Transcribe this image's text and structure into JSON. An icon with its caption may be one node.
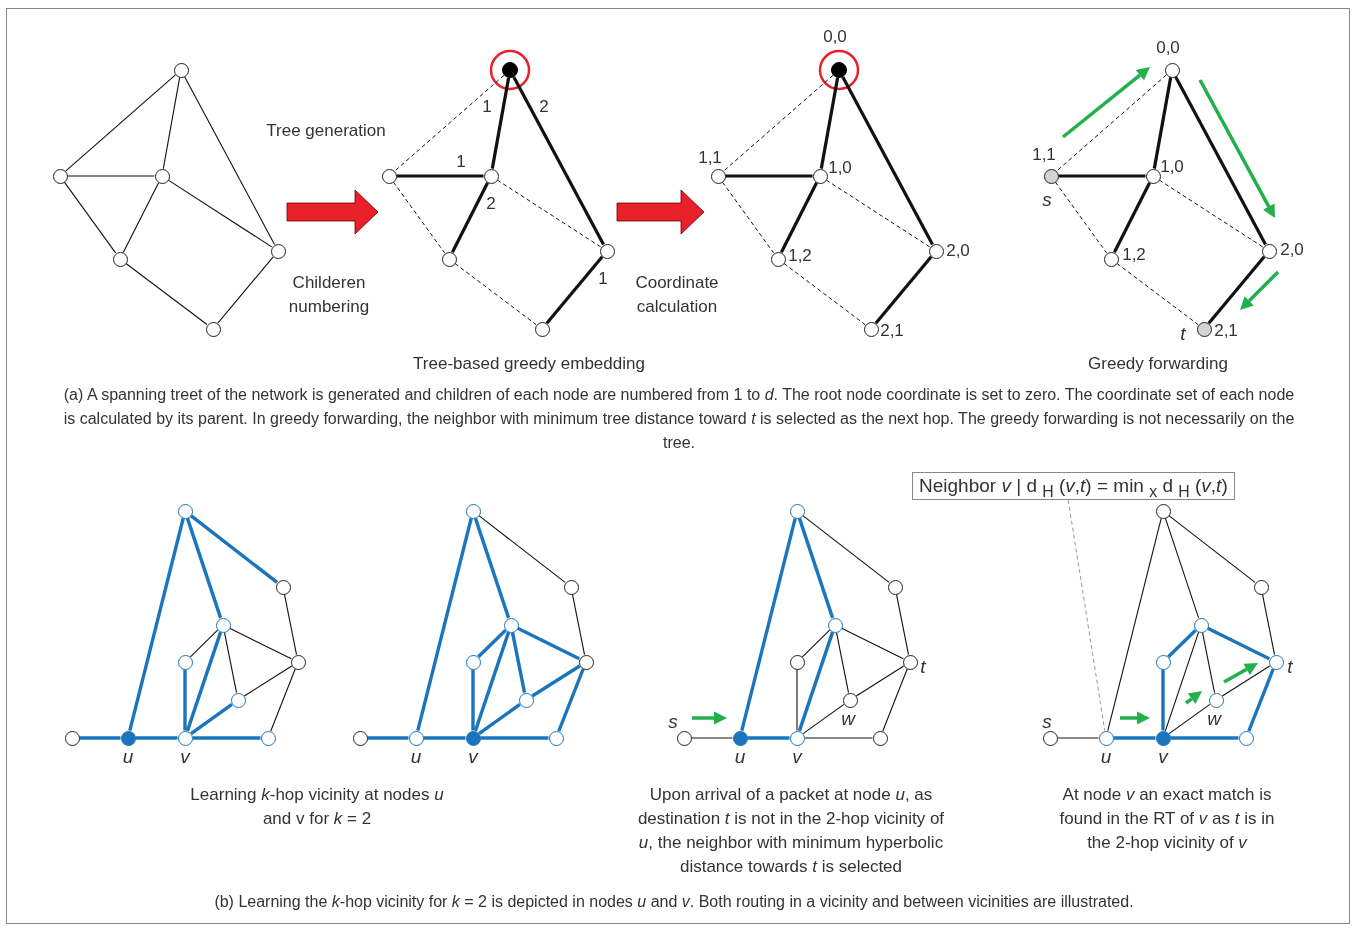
{
  "diagram": {
    "nodes": [
      {
        "text": [],
        "shape": "picture"
      },
      {
        "text": [],
        "shape": "circle",
        "in": 0
      },
      {
        "text": [],
        "shape": "circle",
        "in": 0
      },
      {
        "text": [],
        "shape": "circle",
        "in": 0
      },
      {
        "text": [],
        "shape": "circle",
        "in": 0
      },
      {
        "text": [],
        "shape": "circle",
        "in": 0
      },
      {
        "text": [],
        "shape": "circle",
        "in": 0
      },
      {
        "text": [],
        "shape": "picture"
      },
      {
        "text": [],
        "shape": "circle",
        "in": 7
      },
      {
        "text": [],
        "shape": "circle",
        "in": 7
      },
      {
        "text": [],
        "shape": "circle",
        "in": 7
      },
      {
        "text": [],
        "shape": "circle",
        "in": 7
      },
      {
        "text": [],
        "shape": "circle",
        "in": 7
      },
      {
        "text": [],
        "shape": "circle",
        "in": 7
      },
      {
        "text": [],
        "shape": "picture"
      },
      {
        "text": [],
        "shape": "circle",
        "in": 14,
        "beside": [
          "0,0"
        ]
      },
      {
        "text": [],
        "shape": "circle",
        "in": 14,
        "beside": [
          "1,1"
        ]
      },
      {
        "text": [],
        "shape": "circle",
        "in": 14,
        "beside": [
          "1,0"
        ]
      },
      {
        "text": [],
        "shape": "circle",
        "in": 14,
        "beside": [
          "1,2"
        ]
      },
      {
        "text": [],
        "shape": "circle",
        "in": 14,
        "beside": [
          "2,0"
        ]
      },
      {
        "text": [],
        "shape": "circle",
        "in": 14,
        "beside": [
          "2,1"
        ]
      },
      {
        "text": [],
        "shape": "circle",
        "beside": [
          "0,0"
        ]
      },
      {
        "text": [],
        "shape": "circle",
        "beside": [
          "1,1",
          "s"
        ]
      },
      {
        "text": [],
        "shape": "circle",
        "beside": [
          "1,0"
        ]
      },
      {
        "text": [],
        "shape": "circle",
        "beside": [
          "1,2"
        ]
      },
      {
        "text": [],
        "shape": "circle",
        "beside": [
          "2,0"
        ]
      },
      {
        "text": [],
        "shape": "circle",
        "beside": [
          "t",
          "2,1"
        ]
      },
      {
        "text": [
          "Neighbor *v* | d $_{H}$ (*v*,*t*) = min $_{x}$ d $_{H}$ (*v*,*t*)"
        ]
      },
      {
        "text": [],
        "shape": "circle"
      },
      {
        "text": [],
        "shape": "circle"
      },
      {
        "text": [],
        "shape": "circle"
      },
      {
        "text": [],
        "shape": "circle"
      },
      {
        "text": [],
        "shape": "circle"
      },
      {
        "text": [],
        "shape": "circle"
      },
      {
        "text": [],
        "shape": "circle"
      },
      {
        "text": [],
        "shape": "circle",
        "beside": [
          "u"
        ]
      },
      {
        "text": [],
        "shape": "circle",
        "beside": [
          "v"
        ]
      },
      {
        "text": [],
        "shape": "circle"
      },
      {
        "text": [],
        "shape": "circle"
      },
      {
        "text": [],
        "shape": "circle"
      },
      {
        "text": [],
        "shape": "circle"
      },
      {
        "text": [],
        "shape": "circle"
      },
      {
        "text": [],
        "shape": "circle"
      },
      {
        "text": [],
        "shape": "circle"
      },
      {
        "text": [],
        "shape": "circle"
      },
      {
        "text": [],
        "shape": "circle",
        "beside": [
          "u"
        ]
      },
      {
        "text": [],
        "shape": "circle",
        "beside": [
          "v"
        ]
      },
      {
        "text": [],
        "shape": "circle"
      },
      {
        "text": [],
        "shape": "circle"
      },
      {
        "text": [],
        "shape": "circle"
      },
      {
        "text": [],
        "shape": "circle"
      },
      {
        "text": [],
        "shape": "circle"
      },
      {
        "text": [],
        "shape": "circle",
        "beside": [
          "t"
        ]
      },
      {
        "text": [],
        "shape": "circle",
        "beside": [
          "w"
        ]
      },
      {
        "text": [],
        "shape": "circle",
        "beside": [
          "s"
        ]
      },
      {
        "text": [],
        "shape": "circle",
        "beside": [
          "u"
        ]
      },
      {
        "text": [],
        "shape": "circle",
        "beside": [
          "v"
        ]
      },
      {
        "text": [],
        "shape": "circle"
      },
      {
        "text": [],
        "shape": "circle"
      },
      {
        "text": [],
        "shape": "circle"
      },
      {
        "text": [],
        "shape": "circle"
      },
      {
        "text": [],
        "shape": "circle"
      },
      {
        "text": [],
        "shape": "circle",
        "beside": [
          "t"
        ]
      },
      {
        "text": [],
        "shape": "circle",
        "beside": [
          "w"
        ]
      },
      {
        "text": [],
        "shape": "circle",
        "beside": [
          "s"
        ]
      },
      {
        "text": [],
        "shape": "circle",
        "beside": [
          "u"
        ]
      },
      {
        "text": [],
        "shape": "circle",
        "beside": [
          "v"
        ]
      },
      {
        "text": [],
        "shape": "circle"
      }
    ],
    "edges": [
      {
        "from": 1,
        "to": 2,
        "arrow": "none"
      },
      {
        "from": 1,
        "to": 3,
        "arrow": "none"
      },
      {
        "from": 1,
        "to": 5,
        "arrow": "none"
      },
      {
        "from": 3,
        "to": 2,
        "arrow": "none"
      },
      {
        "from": 3,
        "to": 4,
        "arrow": "none"
      },
      {
        "from": 3,
        "to": 5,
        "arrow": "none"
      },
      {
        "from": 2,
        "to": 4,
        "arrow": "none"
      },
      {
        "from": 5,
        "to": 6,
        "arrow": "none"
      },
      {
        "from": 4,
        "to": 6,
        "arrow": "none"
      },
      {
        "from": 8,
        "to": 9,
        "arrow": "none",
        "style": "dashed"
      },
      {
        "from": 8,
        "to": 10,
        "arrow": "none",
        "style": "thick",
        "label": "1"
      },
      {
        "from": 8,
        "to": 12,
        "arrow": "none",
        "style": "thick",
        "label": "2"
      },
      {
        "from": 10,
        "to": 9,
        "arrow": "none",
        "style": "thick",
        "label": "1"
      },
      {
        "from": 10,
        "to": 11,
        "arrow": "none",
        "style": "thick",
        "label": "2"
      },
      {
        "from": 10,
        "to": 12,
        "arrow": "none",
        "style": "dashed"
      },
      {
        "from": 9,
        "to": 11,
        "arrow": "none",
        "style": "dashed"
      },
      {
        "from": 12,
        "to": 13,
        "arrow": "none",
        "style": "thick",
        "label": "1"
      },
      {
        "from": 11,
        "to": 13,
        "arrow": "none",
        "style": "dashed"
      },
      {
        "from": 15,
        "to": 16,
        "arrow": "none",
        "style": "dashed"
      },
      {
        "from": 15,
        "to": 17,
        "arrow": "none",
        "style": "thick"
      },
      {
        "from": 15,
        "to": 19,
        "arrow": "none",
        "style": "thick"
      },
      {
        "from": 17,
        "to": 16,
        "arrow": "none",
        "style": "thick"
      },
      {
        "from": 17,
        "to": 18,
        "arrow": "none",
        "style": "thick"
      },
      {
        "from": 17,
        "to": 19,
        "arrow": "none",
        "style": "dashed"
      },
      {
        "from": 16,
        "to": 18,
        "arrow": "none",
        "style": "dashed"
      },
      {
        "from": 19,
        "to": 20,
        "arrow": "none",
        "style": "thick"
      },
      {
        "from": 18,
        "to": 20,
        "arrow": "none",
        "style": "dashed"
      },
      {
        "from": 21,
        "to": 22,
        "arrow": "none",
        "style": "dashed"
      },
      {
        "from": 21,
        "to": 23,
        "arrow": "none",
        "style": "thick"
      },
      {
        "from": 21,
        "to": 25,
        "arrow": "none",
        "style": "thick"
      },
      {
        "from": 23,
        "to": 22,
        "arrow": "none",
        "style": "thick"
      },
      {
        "from": 23,
        "to": 24,
        "arrow": "none",
        "style": "thick"
      },
      {
        "from": 23,
        "to": 25,
        "arrow": "none",
        "style": "dashed"
      },
      {
        "from": 22,
        "to": 24,
        "arrow": "none",
        "style": "dashed"
      },
      {
        "from": 25,
        "to": 26,
        "arrow": "none",
        "style": "thick"
      },
      {
        "from": 24,
        "to": 26,
        "arrow": "none",
        "style": "dashed"
      },
      {
        "from": 28,
        "to": 35,
        "arrow": "none",
        "style": "thick",
        "color": "#1b75bc"
      },
      {
        "from": 28,
        "to": 30,
        "arrow": "none",
        "style": "thick",
        "color": "#1b75bc"
      },
      {
        "from": 28,
        "to": 29,
        "arrow": "none",
        "style": "thick",
        "color": "#1b75bc"
      },
      {
        "from": 29,
        "to": 32,
        "arrow": "none"
      },
      {
        "from": 30,
        "to": 31,
        "arrow": "none"
      },
      {
        "from": 30,
        "to": 36,
        "arrow": "none",
        "style": "thick",
        "color": "#1b75bc"
      },
      {
        "from": 30,
        "to": 33,
        "arrow": "none"
      },
      {
        "from": 30,
        "to": 32,
        "arrow": "none"
      },
      {
        "from": 31,
        "to": 36,
        "arrow": "none",
        "style": "thick",
        "color": "#1b75bc"
      },
      {
        "from": 33,
        "to": 36,
        "arrow": "none",
        "style": "thick",
        "color": "#1b75bc"
      },
      {
        "from": 33,
        "to": 32,
        "arrow": "none"
      },
      {
        "from": 32,
        "to": 37,
        "arrow": "none"
      },
      {
        "from": 34,
        "to": 35,
        "arrow": "none",
        "style": "thick",
        "color": "#1b75bc"
      },
      {
        "from": 35,
        "to": 36,
        "arrow": "none",
        "style": "thick",
        "color": "#1b75bc"
      },
      {
        "from": 36,
        "to": 37,
        "arrow": "none",
        "style": "thick",
        "color": "#1b75bc"
      },
      {
        "from": 38,
        "to": 45,
        "arrow": "none",
        "style": "thick",
        "color": "#1b75bc"
      },
      {
        "from": 38,
        "to": 40,
        "arrow": "none",
        "style": "thick",
        "color": "#1b75bc"
      },
      {
        "from": 38,
        "to": 39,
        "arrow": "none"
      },
      {
        "from": 39,
        "to": 42,
        "arrow": "none"
      },
      {
        "from": 40,
        "to": 41,
        "arrow": "none",
        "style": "thick",
        "color": "#1b75bc"
      },
      {
        "from": 40,
        "to": 46,
        "arrow": "none",
        "style": "thick",
        "color": "#1b75bc"
      },
      {
        "from": 40,
        "to": 43,
        "arrow": "none",
        "style": "thick",
        "color": "#1b75bc"
      },
      {
        "from": 40,
        "to": 42,
        "arrow": "none",
        "style": "thick",
        "color": "#1b75bc"
      },
      {
        "from": 41,
        "to": 46,
        "arrow": "none",
        "style": "thick",
        "color": "#1b75bc"
      },
      {
        "from": 43,
        "to": 46,
        "arrow": "none",
        "style": "thick",
        "color": "#1b75bc"
      },
      {
        "from": 43,
        "to": 42,
        "arrow": "none",
        "style": "thick",
        "color": "#1b75bc"
      },
      {
        "from": 42,
        "to": 47,
        "arrow": "none",
        "style": "thick",
        "color": "#1b75bc"
      },
      {
        "from": 44,
        "to": 45,
        "arrow": "none",
        "style": "thick",
        "color": "#1b75bc"
      },
      {
        "from": 45,
        "to": 46,
        "arrow": "none",
        "style": "thick",
        "color": "#1b75bc"
      },
      {
        "from": 46,
        "to": 47,
        "arrow": "none",
        "style": "thick",
        "color": "#1b75bc"
      },
      {
        "from": 48,
        "to": 55,
        "arrow": "none",
        "style": "thick",
        "color": "#1b75bc"
      },
      {
        "from": 48,
        "to": 50,
        "arrow": "none",
        "style": "thick",
        "color": "#1b75bc"
      },
      {
        "from": 48,
        "to": 49,
        "arrow": "none"
      },
      {
        "from": 49,
        "to": 52,
        "arrow": "none"
      },
      {
        "from": 50,
        "to": 51,
        "arrow": "none"
      },
      {
        "from": 50,
        "to": 56,
        "arrow": "none",
        "style": "thick",
        "color": "#1b75bc"
      },
      {
        "from": 50,
        "to": 53,
        "arrow": "none"
      },
      {
        "from": 50,
        "to": 52,
        "arrow": "none"
      },
      {
        "from": 51,
        "to": 56,
        "arrow": "none"
      },
      {
        "from": 53,
        "to": 56,
        "arrow": "none"
      },
      {
        "from": 53,
        "to": 52,
        "arrow": "none"
      },
      {
        "from": 52,
        "to": 57,
        "arrow": "none"
      },
      {
        "from": 54,
        "to": 55,
        "arrow": "none"
      },
      {
        "from": 55,
        "to": 56,
        "arrow": "none",
        "style": "thick",
        "color": "#1b75bc"
      },
      {
        "from": 56,
        "to": 57,
        "arrow": "none"
      },
      {
        "from": 58,
        "to": 65,
        "arrow": "none"
      },
      {
        "from": 58,
        "to": 60,
        "arrow": "none"
      },
      {
        "from": 58,
        "to": 59,
        "arrow": "none"
      },
      {
        "from": 59,
        "to": 62,
        "arrow": "none"
      },
      {
        "from": 60,
        "to": 61,
        "arrow": "none",
        "style": "thick",
        "color": "#1b75bc"
      },
      {
        "from": 60,
        "to": 66,
        "arrow": "none"
      },
      {
        "from": 60,
        "to": 63,
        "arrow": "none"
      },
      {
        "from": 60,
        "to": 62,
        "arrow": "none",
        "style": "thick",
        "color": "#1b75bc"
      },
      {
        "from": 61,
        "to": 66,
        "arrow": "none",
        "style": "thick",
        "color": "#1b75bc"
      },
      {
        "from": 63,
        "to": 66,
        "arrow": "none"
      },
      {
        "from": 63,
        "to": 62,
        "arrow": "none"
      },
      {
        "from": 62,
        "to": 67,
        "arrow": "none",
        "style": "thick",
        "color": "#1b75bc"
      },
      {
        "from": 64,
        "to": 65,
        "arrow": "none"
      },
      {
        "from": 65,
        "to": 66,
        "arrow": "none",
        "style": "thick",
        "color": "#1b75bc"
      },
      {
        "from": 66,
        "to": 67,
        "arrow": "none",
        "style": "thick",
        "color": "#1b75bc"
      },
      {
        "from": 27,
        "to": 65,
        "arrow": "none",
        "style": "dashed",
        "color": "#999999"
      },
      {
        "from": 0,
        "to": 7,
        "arrow": "to",
        "style": "thick",
        "color": "#e8202a"
      },
      {
        "from": 7,
        "to": 14,
        "arrow": "to",
        "style": "thick",
        "color": "#e8202a"
      }
    ],
    "labels": [
      "Tree generation",
      "Childeren numbering",
      "Coordinate calculation",
      "Tree-based greedy embedding",
      "Greedy forwarding",
      "(a) A spanning treet of the network is generated and children of each node are numbered from 1 to *d*. The root node coordinate is set to zero. The coordinate set of each node is calculated by its parent. In greedy forwarding, the neighbor with minimum tree distance toward *t* is selected as the next hop. The greedy forwarding is not necessarily on the tree.",
      "Learning *k*-hop vicinity at nodes *u* and v for *k* = 2",
      "Upon arrival of a packet at node *u*, as destination *t* is not in the 2-hop vicinity of *u*, the neighbor with minimum hyperbolic distance towards *t* is selected",
      "At node *v* an exact match is found in the RT of *v* as *t* is in the 2-hop vicinity of *v*",
      "(b) Learning the *k*-hop vicinity for *k* = 2 is depicted in nodes *u* and *v*. Both routing in a vicinity and between vicinities are illustrated."
    ]
  }
}
